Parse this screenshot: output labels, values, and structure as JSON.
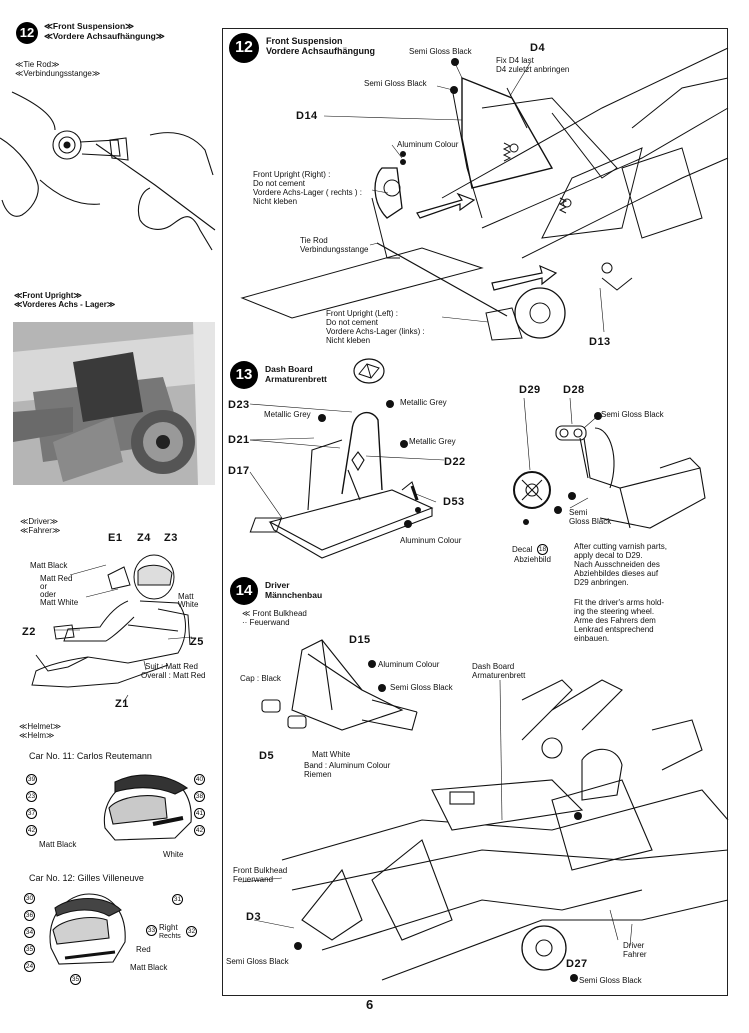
{
  "left": {
    "step12": {
      "num": "12",
      "title_en": "≪Front Suspension≫",
      "title_de": "≪Vordere Achsaufhängung≫"
    },
    "tierod": {
      "en": "≪Tie Rod≫",
      "de": "≪Verbindungsstange≫"
    },
    "upright": {
      "en": "≪Front Upright≫",
      "de": "≪Vorderes Achs - Lager≫"
    },
    "driver": {
      "en": "≪Driver≫",
      "de": "≪Fahrer≫",
      "codes": [
        "E1",
        "Z4",
        "Z3",
        "Z2",
        "Z5",
        "Z1"
      ],
      "matt_black": "Matt Black",
      "matt_red": "Matt Red",
      "or": "or",
      "oder": "oder",
      "matt_white": "Matt White",
      "matt_white2": "Matt",
      "white": "White",
      "suit": "Suit : Matt Red",
      "overall": "Overall : Matt Red"
    },
    "helmet": {
      "en": "≪Helmet≫",
      "de": "≪Helm≫",
      "car11": "Car No. 11: Carlos Reutemann",
      "car11_left": [
        "39",
        "23",
        "37",
        "42"
      ],
      "car11_right": [
        "40",
        "38",
        "41",
        "42"
      ],
      "car11_mattblack": "Matt Black",
      "car11_white": "White",
      "car12": "Car No. 12: Gilles Villeneuve",
      "car12_left": [
        "30",
        "36",
        "34",
        "35",
        "24"
      ],
      "car12_right": [
        "31",
        "33",
        "32",
        "35"
      ],
      "car12_right_en": "Right",
      "car12_right_de": "Rechts",
      "car12_red": "Red",
      "car12_mattblack": "Matt Black"
    }
  },
  "step12": {
    "num": "12",
    "title_en": "Front Suspension",
    "title_de": "Vordere Achsaufhängung",
    "semi_gloss_1": "Semi Gloss Black",
    "semi_gloss_2": "Semi Gloss Black",
    "d4": "D4",
    "d4_note_en": "Fix D4 last",
    "d4_note_de": "D4 zuletzt anbringen",
    "d14": "D14",
    "aluminium": "Aluminum Colour",
    "upright_right": [
      "Front Upright (Right) :",
      "Do not cement",
      "Vordere Achs-Lager ( rechts ) :",
      "Nicht kleben"
    ],
    "tierod": [
      "Tie Rod",
      "Verbindungsstange"
    ],
    "upright_left": [
      "Front Upright (Left) :",
      "Do not cement",
      "Vordere Achs-Lager (links) :",
      "Nicht kleben"
    ],
    "d13": "D13"
  },
  "step13": {
    "num": "13",
    "title_en": "Dash Board",
    "title_de": "Armaturenbrett",
    "d23": "D23",
    "metallic_grey_1": "Metallic Grey",
    "metallic_grey_2": "Metallic Grey",
    "metallic_grey_3": "Metallic Grey",
    "d21": "D21",
    "d22": "D22",
    "d17": "D17",
    "d53": "D53",
    "aluminium": "Aluminum Colour",
    "d29": "D29",
    "d28": "D28",
    "semi_gloss": "Semi Gloss Black",
    "semi_gloss_2": "Semi",
    "gloss_black_2": "Gloss Black",
    "decal_en": "Decal",
    "decal_num": "18",
    "decal_de": "Abziehbild",
    "note1": [
      "After cutting varnish parts,",
      "apply decal to D29.",
      "Nach Ausschneiden des",
      "Abziehbildes dieses auf",
      "D29 anbringen."
    ],
    "note2": [
      "Fit the driver's arms hold-",
      "ing the steering wheel.",
      "Arme des Fahrers dem",
      "Lenkrad entsprechend",
      "einbauen."
    ]
  },
  "step14": {
    "num": "14",
    "title_en": "Driver",
    "title_de": "Männchenbau",
    "bulkhead_en": "≪ Front Bulkhead",
    "bulkhead_de": "·· Feuerwand",
    "d15": "D15",
    "aluminium": "Aluminum Colour",
    "cap": "Cap : Black",
    "semi_gloss": "Semi Gloss Black",
    "d5": "D5",
    "matt_white": "Matt White",
    "band": "Band : Aluminum Colour",
    "band_de": "Riemen",
    "dash_en": "Dash Board",
    "dash_de": "Armaturenbrett",
    "fb_en": "Front Bulkhead",
    "fb_de": "Feuerwand",
    "d3": "D3",
    "semi_gloss_2": "Semi Gloss Black",
    "driver_en": "Driver",
    "driver_de": "Fahrer",
    "d27": "D27",
    "semi_gloss_3": "Semi Gloss Black"
  },
  "page_number": "6"
}
